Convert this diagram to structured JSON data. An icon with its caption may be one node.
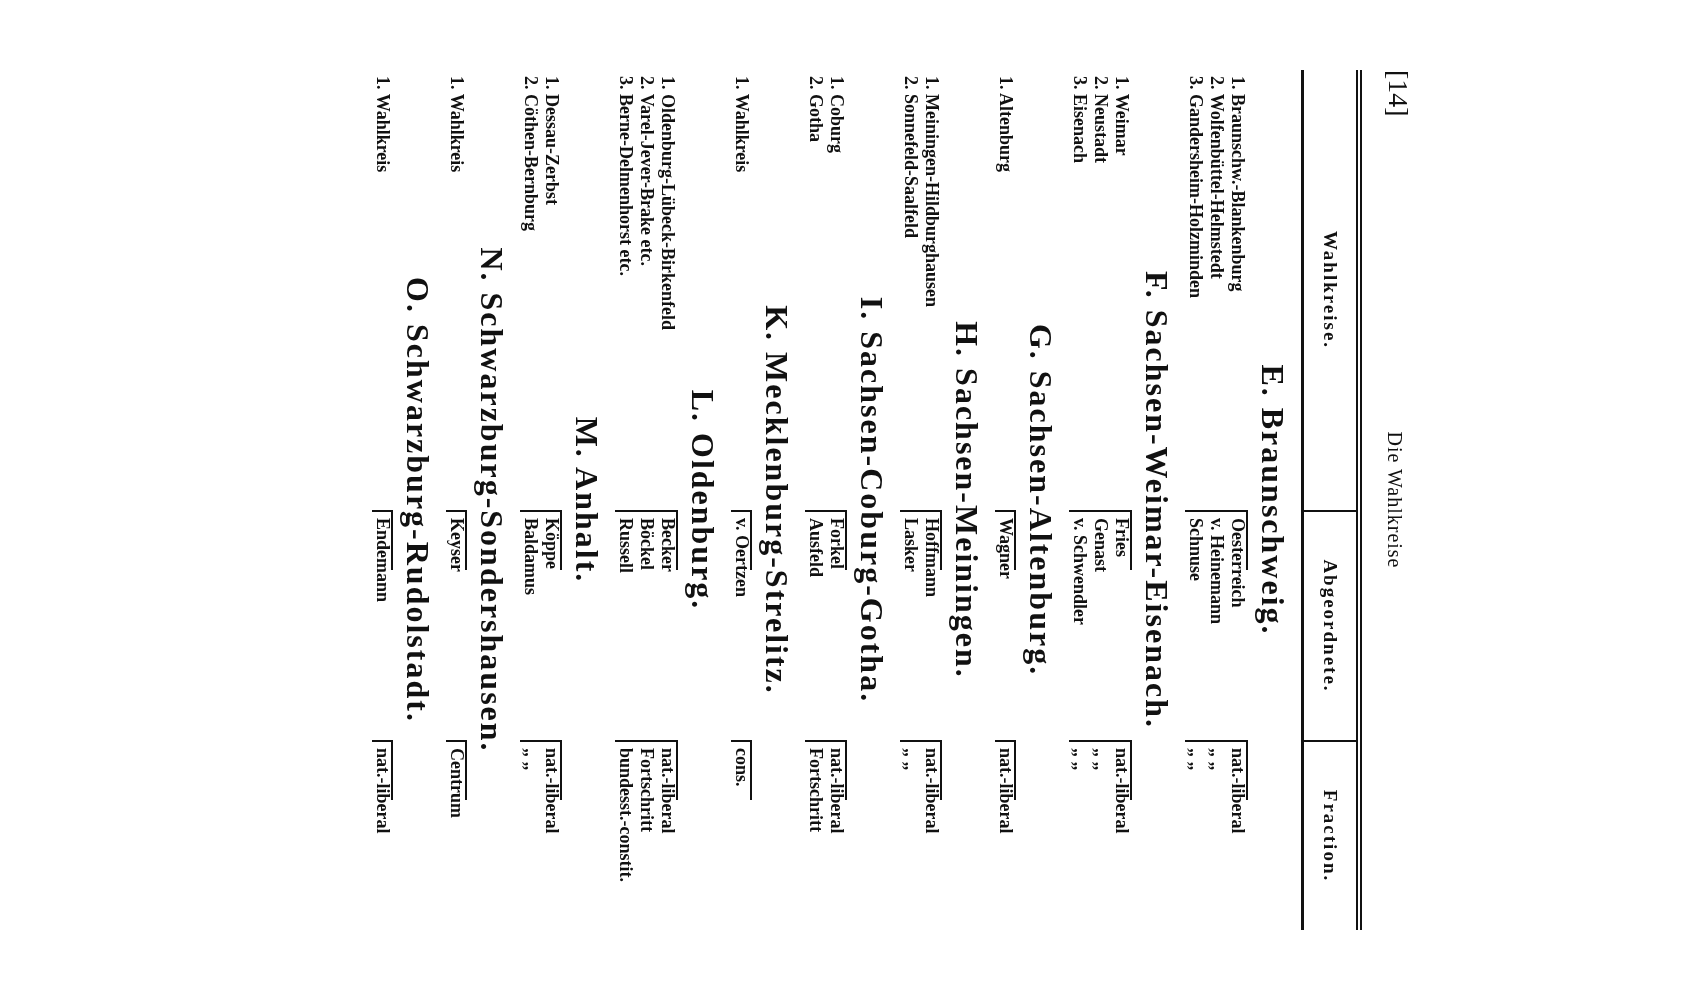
{
  "diagram": {
    "labels": [
      "[14]",
      "Die Wahlkreise",
      "Wahlkreise.",
      "Abgeordnete.",
      "Fraction.",
      "E. Braunschweig.",
      "1. Braunschw.-Blankenburg",
      "Oesterreich",
      "nat.-liberal",
      "2. Wolfenbüttel-Helmstedt",
      "v. Heinemann",
      "„ „",
      "3. Gandersheim-Holzminden",
      "Schnuse",
      "„ „",
      "F. Sachsen-Weimar-Eisenach.",
      "1. Weimar",
      "Fries",
      "nat.-liberal",
      "2. Neustadt",
      "Genast",
      "„ „",
      "3. Eisenach",
      "v. Schwendler",
      "„ „",
      "G. Sachsen-Altenburg.",
      "1. Altenburg",
      "Wagner",
      "nat.-liberal",
      "H. Sachsen-Meiningen.",
      "1. Meiningen-Hildburghausen",
      "Hoffmann",
      "nat.-liberal",
      "2. Sonnefeld-Saalfeld",
      "Lasker",
      "„ „",
      "I. Sachsen-Coburg-Gotha.",
      "1. Coburg",
      "Forkel",
      "nat.-liberal",
      "2. Gotha",
      "Ausfeld",
      "Fortschritt",
      "K. Mecklenburg-Strelitz.",
      "1. Wahlkreis",
      "v. Oertzen",
      "cons.",
      "L. Oldenburg.",
      "1. Oldenburg-Lübeck-Birkenfeld",
      "Becker",
      "nat.-liberal",
      "2. Varel-Jever-Brake etc.",
      "Böckel",
      "Fortschritt",
      "3. Berne-Delmenhorst etc.",
      "Russell",
      "bundesst.-constit.",
      "M. Anhalt.",
      "1. Dessau-Zerbst",
      "Köppe",
      "nat.-liberal",
      "2. Cöthen-Bernburg",
      "Baldamus",
      "„ „",
      "N. Schwarzburg-Sondershausen.",
      "1. Wahlkreis",
      "Keyser",
      "Centrum",
      "O. Schwarzburg-Rudolstadt.",
      "1. Wahlkreis",
      "Endemann",
      "nat.-liberal"
    ]
  }
}
